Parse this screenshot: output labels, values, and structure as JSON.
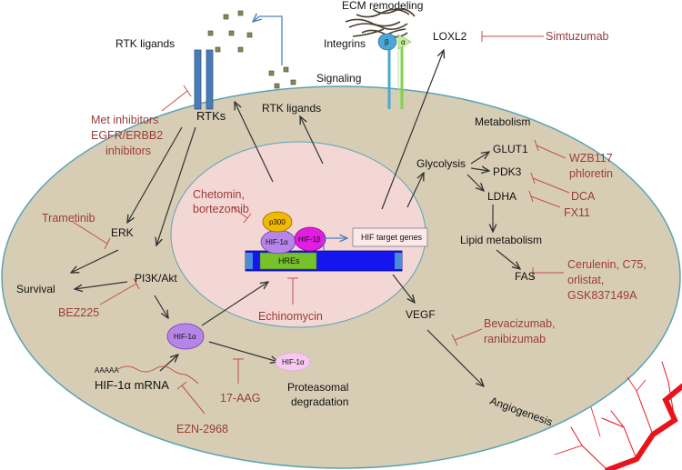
{
  "colors": {
    "cell_fill": "#d7cdb5",
    "cell_stroke": "#5aa3b5",
    "nucleus_fill": "#f3d7d4",
    "drug_text": "#9c3b3b",
    "inhibitor_line": "#c0504d",
    "dna_bar": "#1515f0",
    "hre_box": "#77c22c",
    "p300": "#f2b900",
    "hif1a": "#b685e8",
    "hif1b": "#e21ce2",
    "blood_vessel": "#e8141c",
    "integrin_beta": "#4aa8d4",
    "integrin_alpha": "#7fd44a"
  },
  "labels": {
    "ecm_remodeling": "ECM remodeling",
    "rtk_ligands_top": "RTK ligands",
    "rtk_ligands_inner": "RTK ligands",
    "integrins": "Integrins",
    "integrin_beta": "β",
    "integrin_alpha": "α",
    "loxl2": "LOXL2",
    "signaling": "Signaling",
    "rtks": "RTKs",
    "metabolism": "Metabolism",
    "glycolysis": "Glycolysis",
    "glut1": "GLUT1",
    "pdk3": "PDK3",
    "ldha": "LDHA",
    "lipid_metabolism": "Lipid metabolism",
    "fas": "FAS",
    "erk": "ERK",
    "survival": "Survival",
    "pi3k_akt": "PI3K/Akt",
    "p300": "p300",
    "hif1a_nuclear": "HIF-1α",
    "hif1b": "HIF-1β",
    "hif_target_genes": "HIF target genes",
    "hres": "HREs",
    "vegf": "VEGF",
    "hif1a_cytoplasm": "HIF-1α",
    "hif1a_degraded": "HIF-1α",
    "hif1a_mrna": "HIF-1α mRNA",
    "poly_a": "AAAAA",
    "proteasomal_1": "Proteasomal",
    "proteasomal_2": "degradation",
    "angiogenesis": "Angiogenesis"
  },
  "drugs": {
    "simtuzumab": "Simtuzumab",
    "met_inhibitors": "Met inhibitors",
    "egfr_1": "EGFR/ERBB2",
    "egfr_2": "inhibitors",
    "trametinib": "Trametinib",
    "bez225": "BEZ225",
    "chetomin": "Chetomin,",
    "bortezomib": "bortezomib",
    "echinomycin": "Echinomycin",
    "seventeen_aag": "17-AAG",
    "ezn2968": "EZN-2968",
    "wzb117": "WZB117",
    "phloretin": "phloretin",
    "dca": "DCA",
    "fx11": "FX11",
    "fas_1": "Cerulenin, C75,",
    "fas_2": "orlistat,",
    "fas_3": "GSK837149A",
    "bev_1": "Bevacizumab,",
    "bev_2": "ranibizumab"
  }
}
